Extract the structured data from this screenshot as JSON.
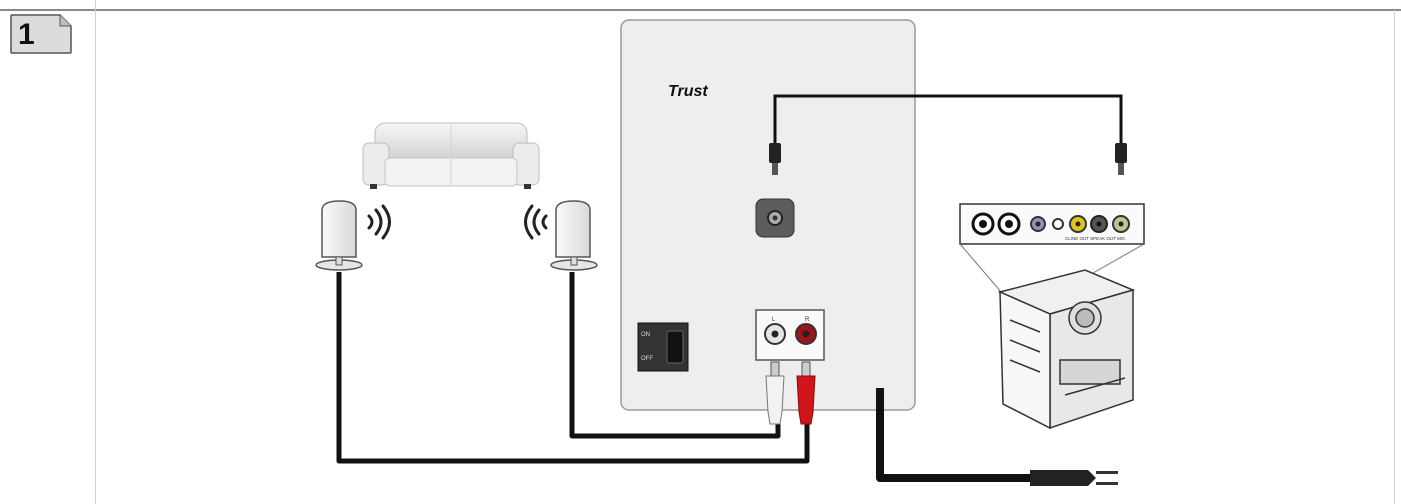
{
  "step": {
    "number": "1"
  },
  "speaker": {
    "brand": "Trust"
  },
  "power_switch": {
    "on_label": "ON",
    "off_label": "OFF"
  },
  "rca": {
    "left_label": "L",
    "right_label": "R"
  },
  "pc_panel": {
    "port_labels": "CLINE OUT SPEAK OUT MIC"
  },
  "colors": {
    "cable": "#111111",
    "rca_white": "#f2f2f2",
    "rca_red": "#d0161a",
    "speaker_panel": "#eeeeee",
    "port_green": "#b7c98b",
    "port_yellow": "#e0c320",
    "port_purple": "#9a8cc0"
  },
  "icons": [
    "sofa-icon",
    "satellite-speaker-icon",
    "sound-wave-icon",
    "pc-tower-icon",
    "power-plug-icon"
  ]
}
